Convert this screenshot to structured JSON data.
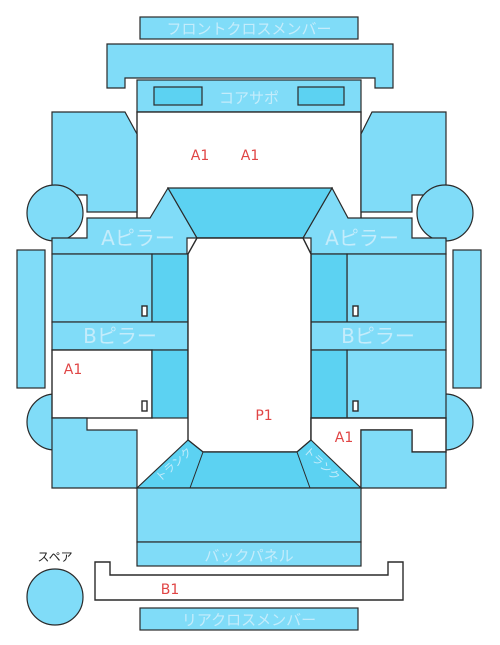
{
  "labels": {
    "front_cross_member": "フロントクロスメンバー",
    "core_support": "コアサポ",
    "a_pillar_left": "Aピラー",
    "a_pillar_right": "Aピラー",
    "b_pillar_left": "Bピラー",
    "b_pillar_right": "Bピラー",
    "trunk_left": "トランク",
    "trunk_right": "トランク",
    "back_panel": "バックパネル",
    "rear_cross_member": "リアクロスメンバー",
    "spare": "スペア"
  },
  "damage_marks": {
    "front_1": "A1",
    "front_2": "A1",
    "left_side": "A1",
    "right_side": "A1",
    "center": "P1",
    "rear": "B1"
  },
  "colors": {
    "panel": "#80dcf8",
    "panel_dark": "#5cd2f2",
    "outline": "#2a2a2a",
    "marker": "#e04545"
  }
}
